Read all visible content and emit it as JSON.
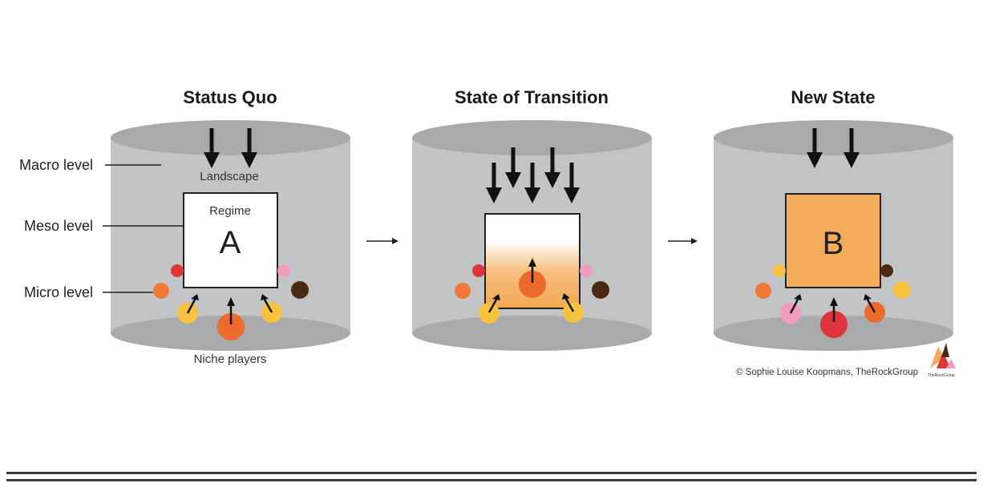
{
  "panels": [
    {
      "title": "Status Quo",
      "landscape_label": "Landscape",
      "regime_label": "Regime",
      "regime_letter": "A",
      "niche_label": "Niche players"
    },
    {
      "title": "State of Transition"
    },
    {
      "title": "New State",
      "regime_letter": "B"
    }
  ],
  "levels": {
    "macro": "Macro level",
    "meso": "Meso level",
    "micro": "Micro level"
  },
  "credit": "© Sophie Louise Koopmans, TheRockGroup",
  "logo_text": "TheRockGroup",
  "colors": {
    "cylinder": "#c3c4c6",
    "cylinder_top": "#a9aaac",
    "orange_box": "#f2ac5b",
    "arrow": "#111111"
  }
}
